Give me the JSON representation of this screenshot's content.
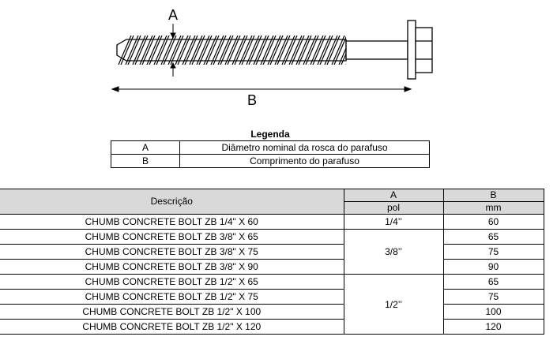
{
  "drawing": {
    "label_a": "A",
    "label_b": "B"
  },
  "legend": {
    "title": "Legenda",
    "rows": [
      {
        "key": "A",
        "value": "Diâmetro nominal da rosca do parafuso"
      },
      {
        "key": "B",
        "value": "Comprimento do parafuso"
      }
    ]
  },
  "table": {
    "header": {
      "desc": "Descrição",
      "a": "A",
      "a_unit": "pol",
      "b": "B",
      "b_unit": "mm"
    },
    "groups": [
      {
        "a": "1/4’’",
        "rows": [
          {
            "desc": "CHUMB CONCRETE BOLT ZB 1/4\" X 60",
            "b": "60"
          }
        ]
      },
      {
        "a": "3/8’’",
        "rows": [
          {
            "desc": "CHUMB CONCRETE BOLT ZB 3/8\" X 65",
            "b": "65"
          },
          {
            "desc": "CHUMB CONCRETE BOLT ZB 3/8\" X 75",
            "b": "75"
          },
          {
            "desc": "CHUMB CONCRETE BOLT ZB 3/8\" X 90",
            "b": "90"
          }
        ]
      },
      {
        "a": "1/2’’",
        "rows": [
          {
            "desc": "CHUMB CONCRETE BOLT ZB 1/2\" X 65",
            "b": "65"
          },
          {
            "desc": "CHUMB CONCRETE BOLT ZB 1/2\" X 75",
            "b": "75"
          },
          {
            "desc": "CHUMB CONCRETE BOLT ZB 1/2\" X 100",
            "b": "100"
          },
          {
            "desc": "CHUMB CONCRETE BOLT ZB 1/2\" X 120",
            "b": "120"
          }
        ]
      }
    ]
  }
}
